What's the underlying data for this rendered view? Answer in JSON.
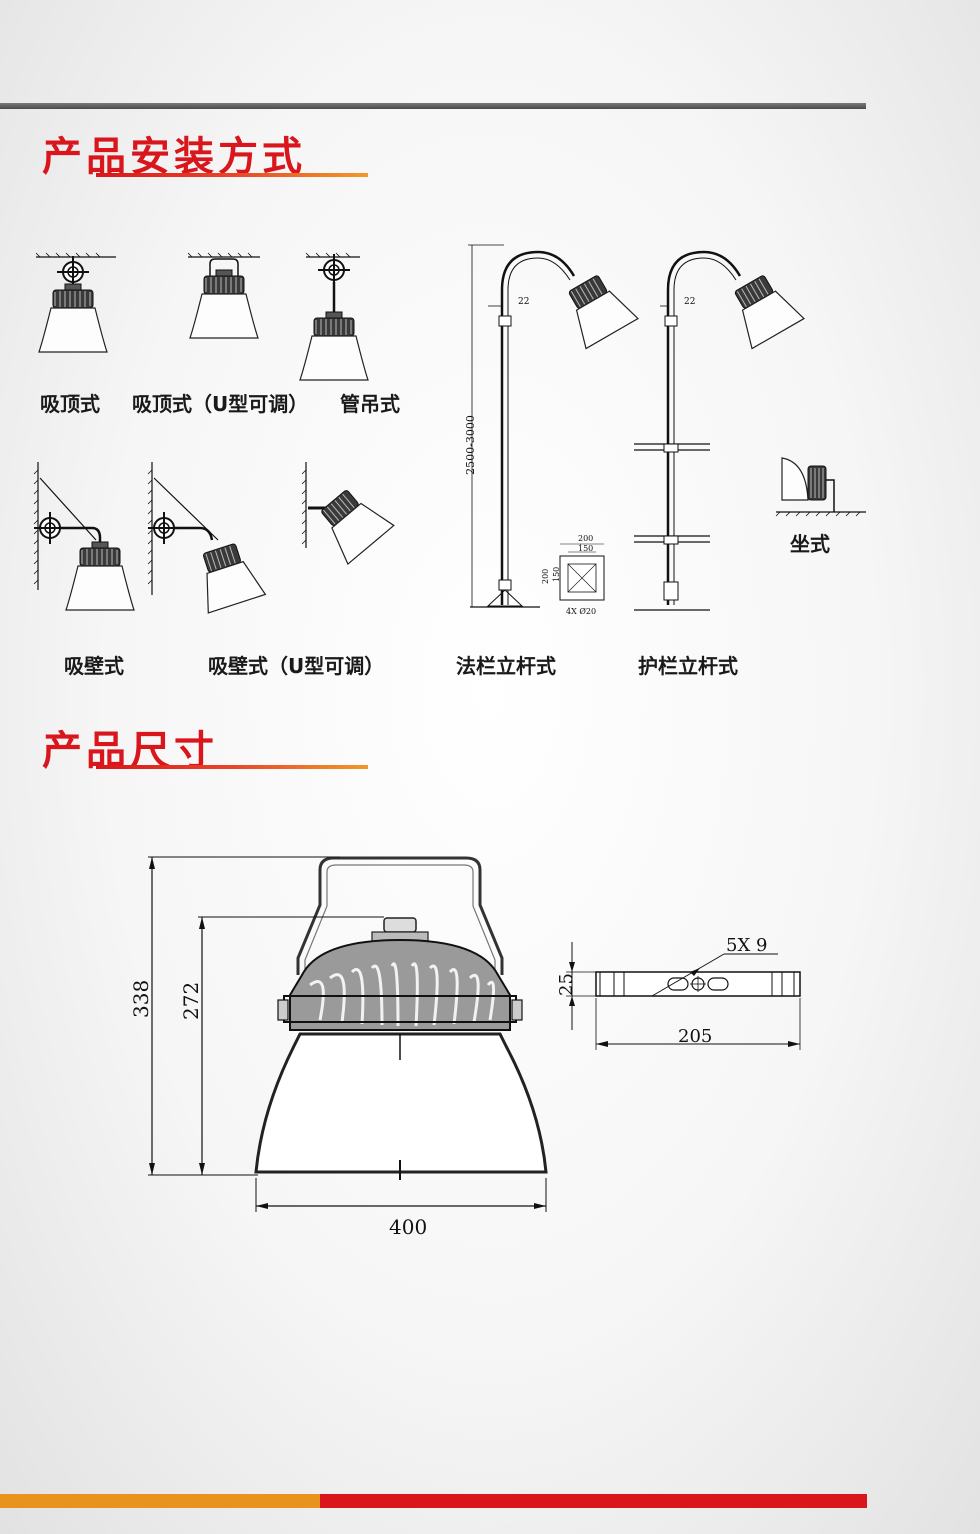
{
  "sections": {
    "install_title": "产品安装方式",
    "size_title": "产品尺寸"
  },
  "install_methods": [
    "吸顶式",
    "吸顶式（U型可调）",
    "管吊式",
    "吸壁式",
    "吸壁式（U型可调）",
    "法栏立杆式",
    "护栏立杆式",
    "坐式"
  ],
  "pole_labels": {
    "height_range": "2500-3000",
    "offset_a": "22",
    "offset_b": "22",
    "flange_outer": "200",
    "flange_inner": "150",
    "flange_side_outer": "200",
    "flange_side_inner": "150",
    "bolt_holes": "4X Ø20"
  },
  "dimensions": {
    "total_height": "338",
    "body_height": "272",
    "diameter": "400",
    "bracket_slot": "5X 9",
    "bracket_height": "25",
    "bracket_length": "205"
  },
  "colors": {
    "accent_red": "#d9161c",
    "accent_orange": "#e8931e",
    "top_rule": "#5a5a5a"
  }
}
